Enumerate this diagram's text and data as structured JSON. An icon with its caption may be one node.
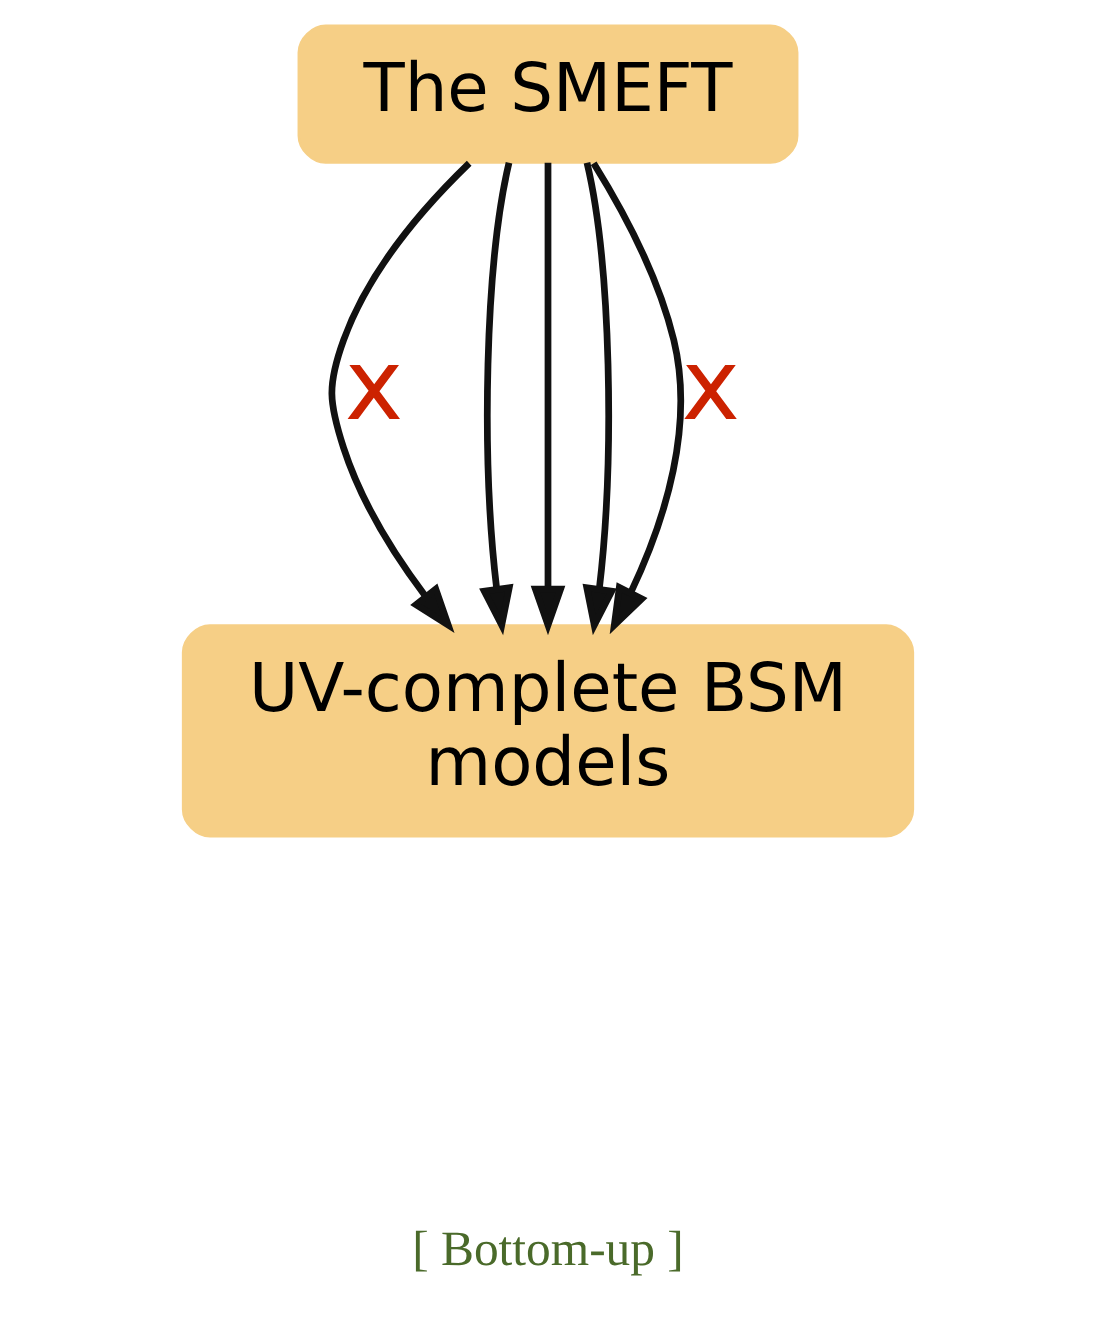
{
  "diagram": {
    "nodes": [
      {
        "text": [
          "The SMEFT"
        ]
      },
      {
        "text": [
          "UV-complete BSM models"
        ]
      }
    ],
    "edges": [
      {
        "from": 0,
        "to": 1,
        "arrow": "to",
        "label": "x"
      },
      {
        "from": 0,
        "to": 1,
        "arrow": "to"
      },
      {
        "from": 0,
        "to": 1,
        "arrow": "to"
      },
      {
        "from": 0,
        "to": 1,
        "arrow": "to"
      },
      {
        "from": 0,
        "to": 1,
        "arrow": "to",
        "label": "x"
      }
    ],
    "labels": [
      "[ Bottom-up ]"
    ]
  }
}
